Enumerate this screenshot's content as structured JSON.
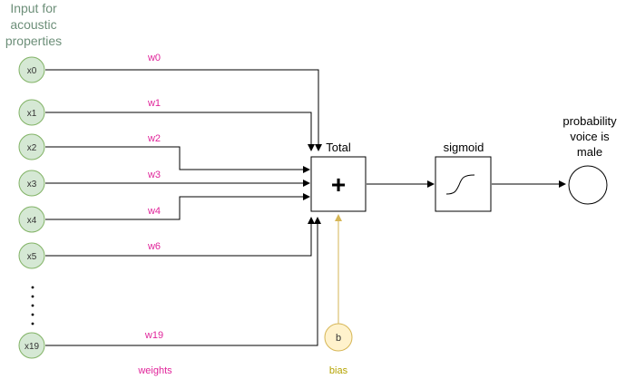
{
  "diagram": {
    "title_lines": [
      "Input for",
      "acoustic",
      "properties"
    ],
    "inputs": [
      "x0",
      "x1",
      "x2",
      "x3",
      "x4",
      "x5",
      "x19"
    ],
    "weights": [
      "w0",
      "w1",
      "w2",
      "w3",
      "w4",
      "w6",
      "w19"
    ],
    "ellipsis": "⋮",
    "sum_node": {
      "label": "Total",
      "symbol": "+"
    },
    "activation": {
      "label": "sigmoid"
    },
    "bias": {
      "symbol": "b",
      "label": "bias"
    },
    "weights_caption": "weights",
    "output": {
      "label_lines": [
        "probability",
        "voice is",
        "male"
      ]
    },
    "colors": {
      "input_fill": "#d5e8d4",
      "input_stroke": "#82b366",
      "bias_fill": "#fff2cc",
      "bias_stroke": "#d6b656",
      "weight_text": "#e0249a",
      "bias_text": "#b5a300",
      "title_text": "#6d8f79"
    }
  }
}
